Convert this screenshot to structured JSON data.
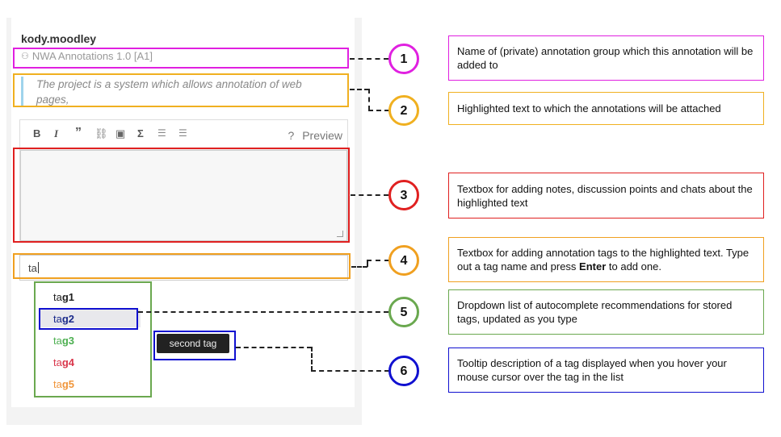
{
  "panel": {
    "username": "kody.moodley",
    "group_name": "NWA Annotations 1.0 [A1]",
    "quote": "The project is a system which allows annotation of web pages,",
    "toolbar": {
      "bold": "B",
      "italic": "I",
      "quote": "”",
      "link": "⛓",
      "image": "▣",
      "math": "Σ",
      "numbered_list": "☰",
      "bullet_list": "☰",
      "help": "?",
      "preview": "Preview"
    },
    "notes_value": "",
    "tag_input_value": "ta",
    "dropdown": [
      {
        "prefix": "ta",
        "rest": "g1",
        "color": "#222222"
      },
      {
        "prefix": "ta",
        "rest": "g2",
        "color": "#1a2a8a"
      },
      {
        "prefix": "ta",
        "rest": "g3",
        "color": "#4caf50"
      },
      {
        "prefix": "ta",
        "rest": "g4",
        "color": "#d9364b"
      },
      {
        "prefix": "ta",
        "rest": "g5",
        "color": "#f0953a"
      }
    ],
    "tooltip": "second tag"
  },
  "callouts": [
    {
      "number": "1",
      "color": "#e020e0",
      "text": "Name of (private) annotation group which this annotation will be added to"
    },
    {
      "number": "2",
      "color": "#f0b020",
      "text": "Highlighted text to which the annotations will be attached"
    },
    {
      "number": "3",
      "color": "#e02020",
      "text": "Textbox for adding notes, discussion points and chats about the highlighted text"
    },
    {
      "number": "4",
      "color": "#f0a020",
      "text_before": "Textbox for adding annotation tags to the highlighted text. Type out a tag name and press ",
      "text_bold": "Enter",
      "text_after": " to add one."
    },
    {
      "number": "5",
      "color": "#6aa84f",
      "text": "Dropdown list of autocomplete recommendations for stored tags, updated as you type"
    },
    {
      "number": "6",
      "color": "#1010d0",
      "text": "Tooltip description of a tag displayed when you hover your mouse cursor over the tag in the list"
    }
  ]
}
